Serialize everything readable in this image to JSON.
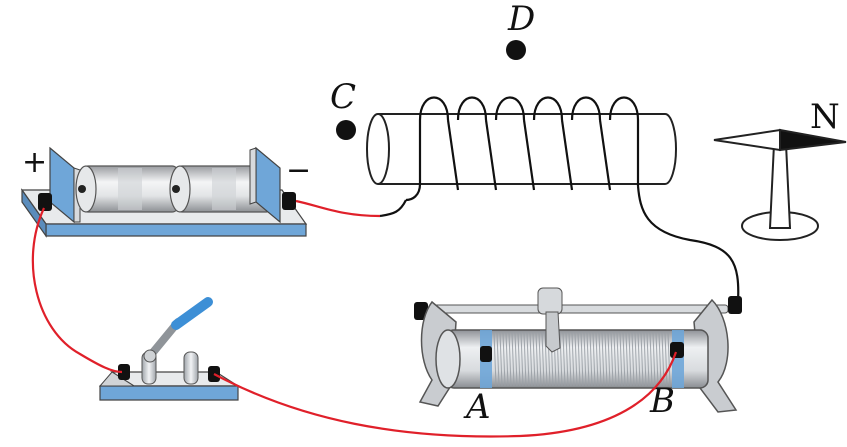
{
  "diagram": {
    "point_labels": {
      "c": "C",
      "d": "D"
    },
    "compass_label": "N",
    "battery_signs": {
      "positive": "+",
      "negative": "−"
    },
    "rheostat_terminals": {
      "a": "A",
      "b": "B"
    },
    "colors": {
      "wire": "#e0202a",
      "coil_wire": "#111111",
      "base_blue": "#6fa6d8",
      "metal_gray": "#c9ccd0",
      "switch_handle": "#3d8fd6",
      "terminal_black": "#111111"
    }
  }
}
